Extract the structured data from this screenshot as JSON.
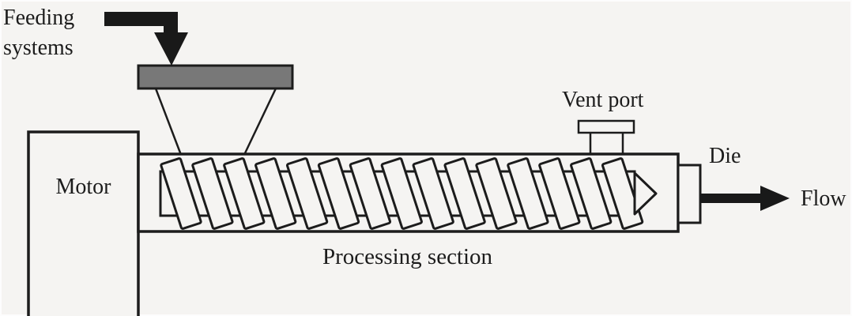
{
  "diagram": {
    "type": "single-screw-extruder-schematic",
    "labels": {
      "feeding_systems": "Feeding systems",
      "motor": "Motor",
      "processing_section": "Processing section",
      "vent_port": "Vent port",
      "die": "Die",
      "flow": "Flow"
    },
    "screw": {
      "flight_count": 15,
      "flight_tilt_degrees": 18
    },
    "colors": {
      "line": "#1c1c1c",
      "arrow": "#191919",
      "tray": "#787878",
      "bg": "#f5f4f2"
    }
  }
}
